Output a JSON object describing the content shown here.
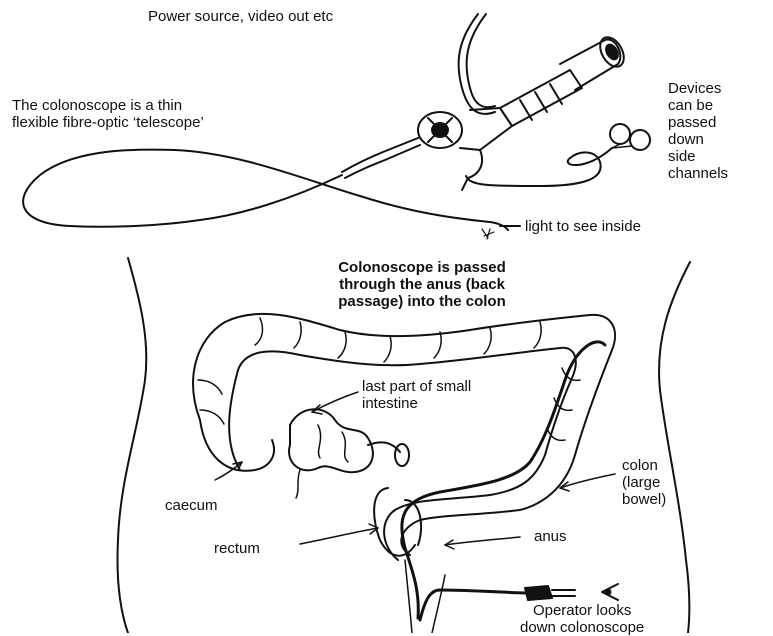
{
  "labels": {
    "power_source": "Power source, video out etc",
    "scope_desc": "The colonoscope is a thin\nflexible fibre-optic ‘telescope’",
    "devices": "Devices\ncan be\npassed\ndown\nside\nchannels",
    "light": "light to see inside",
    "passage_title": "Colonoscope is passed\nthrough the anus (back\npassage) into the colon",
    "small_intestine": "last part of small\nintestine",
    "colon": "colon\n(large\nbowel)",
    "caecum": "caecum",
    "rectum": "rectum",
    "anus": "anus",
    "operator": "Operator looks\ndown colonoscope"
  }
}
